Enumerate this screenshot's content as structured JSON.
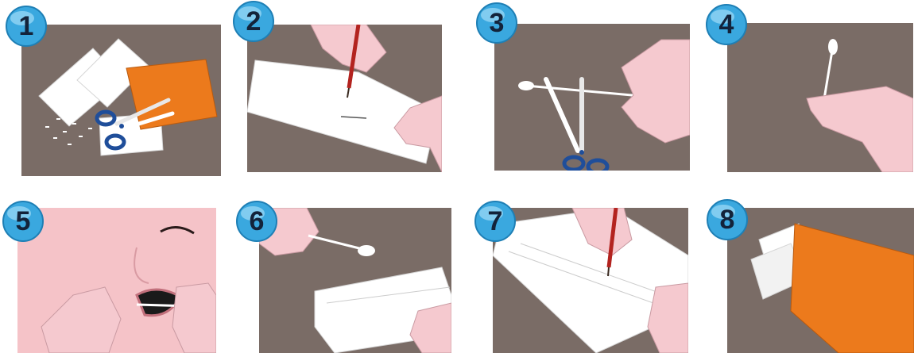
{
  "steps": [
    {
      "number": "1",
      "scene": "materials-and-scissors"
    },
    {
      "number": "2",
      "scene": "pencil-writing-on-paper"
    },
    {
      "number": "3",
      "scene": "cutting-swab-with-scissors"
    },
    {
      "number": "4",
      "scene": "holding-swab"
    },
    {
      "number": "5",
      "scene": "swabbing-inside-cheek"
    },
    {
      "number": "6",
      "scene": "placing-swab-on-paper"
    },
    {
      "number": "7",
      "scene": "writing-on-folded-paper"
    },
    {
      "number": "8",
      "scene": "paper-into-orange-envelope"
    }
  ],
  "colors": {
    "panel_background": "#7a6c66",
    "skin": "#f5c9cf",
    "badge": "#3aa8df",
    "envelope": "#ec7a1c",
    "scissors": "#1f4e9a",
    "pencil": "#b3231f"
  }
}
